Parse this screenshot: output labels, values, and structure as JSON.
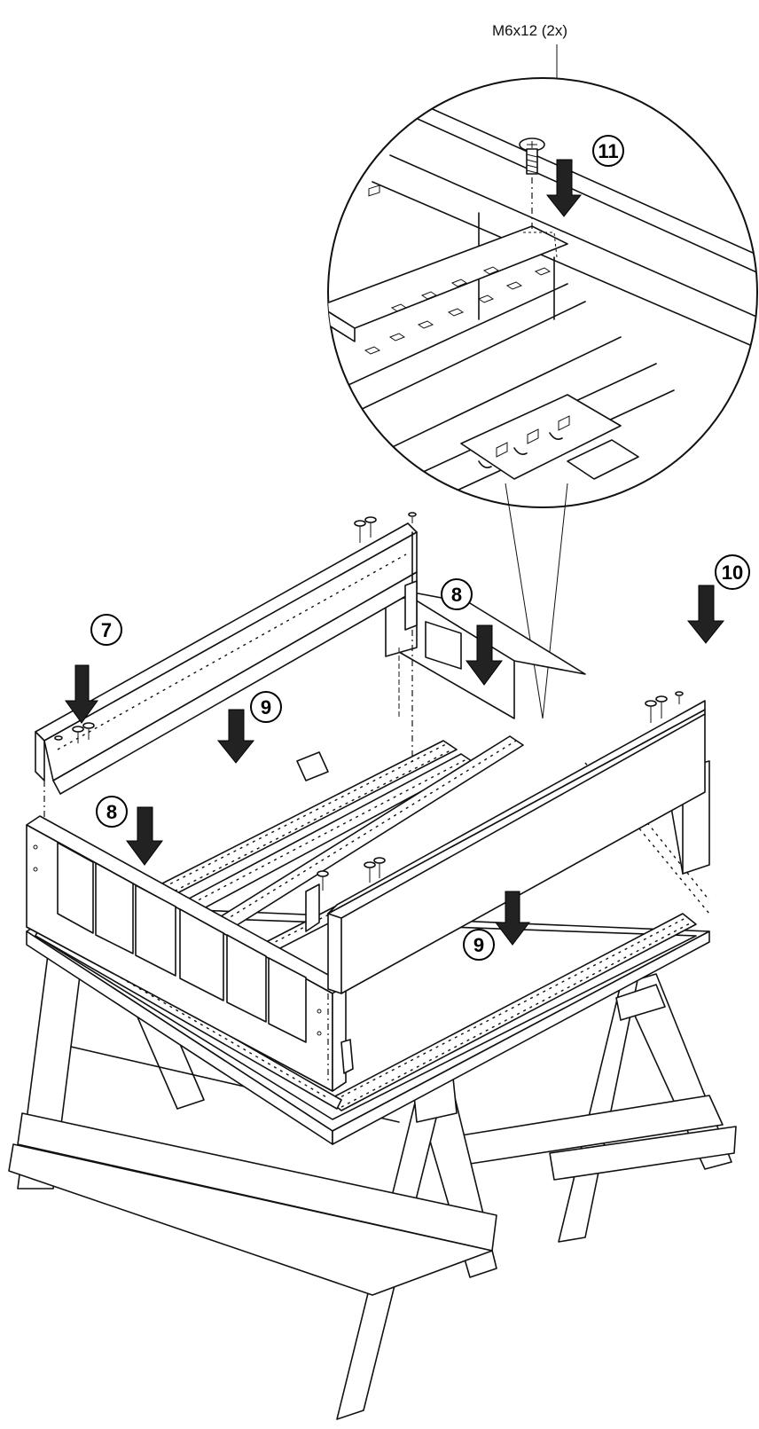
{
  "fastener_label": "M6x12 (2x)",
  "steps": {
    "s7": "7",
    "s8a": "8",
    "s8b": "8",
    "s9a": "9",
    "s9b": "9",
    "s10": "10",
    "s11": "11"
  },
  "icons": {
    "arrow": "down-arrow-icon",
    "screw": "screw-icon",
    "sawhorse": "sawhorse-icon"
  },
  "colors": {
    "line": "#111111",
    "arrow": "#222222",
    "background": "#ffffff"
  }
}
